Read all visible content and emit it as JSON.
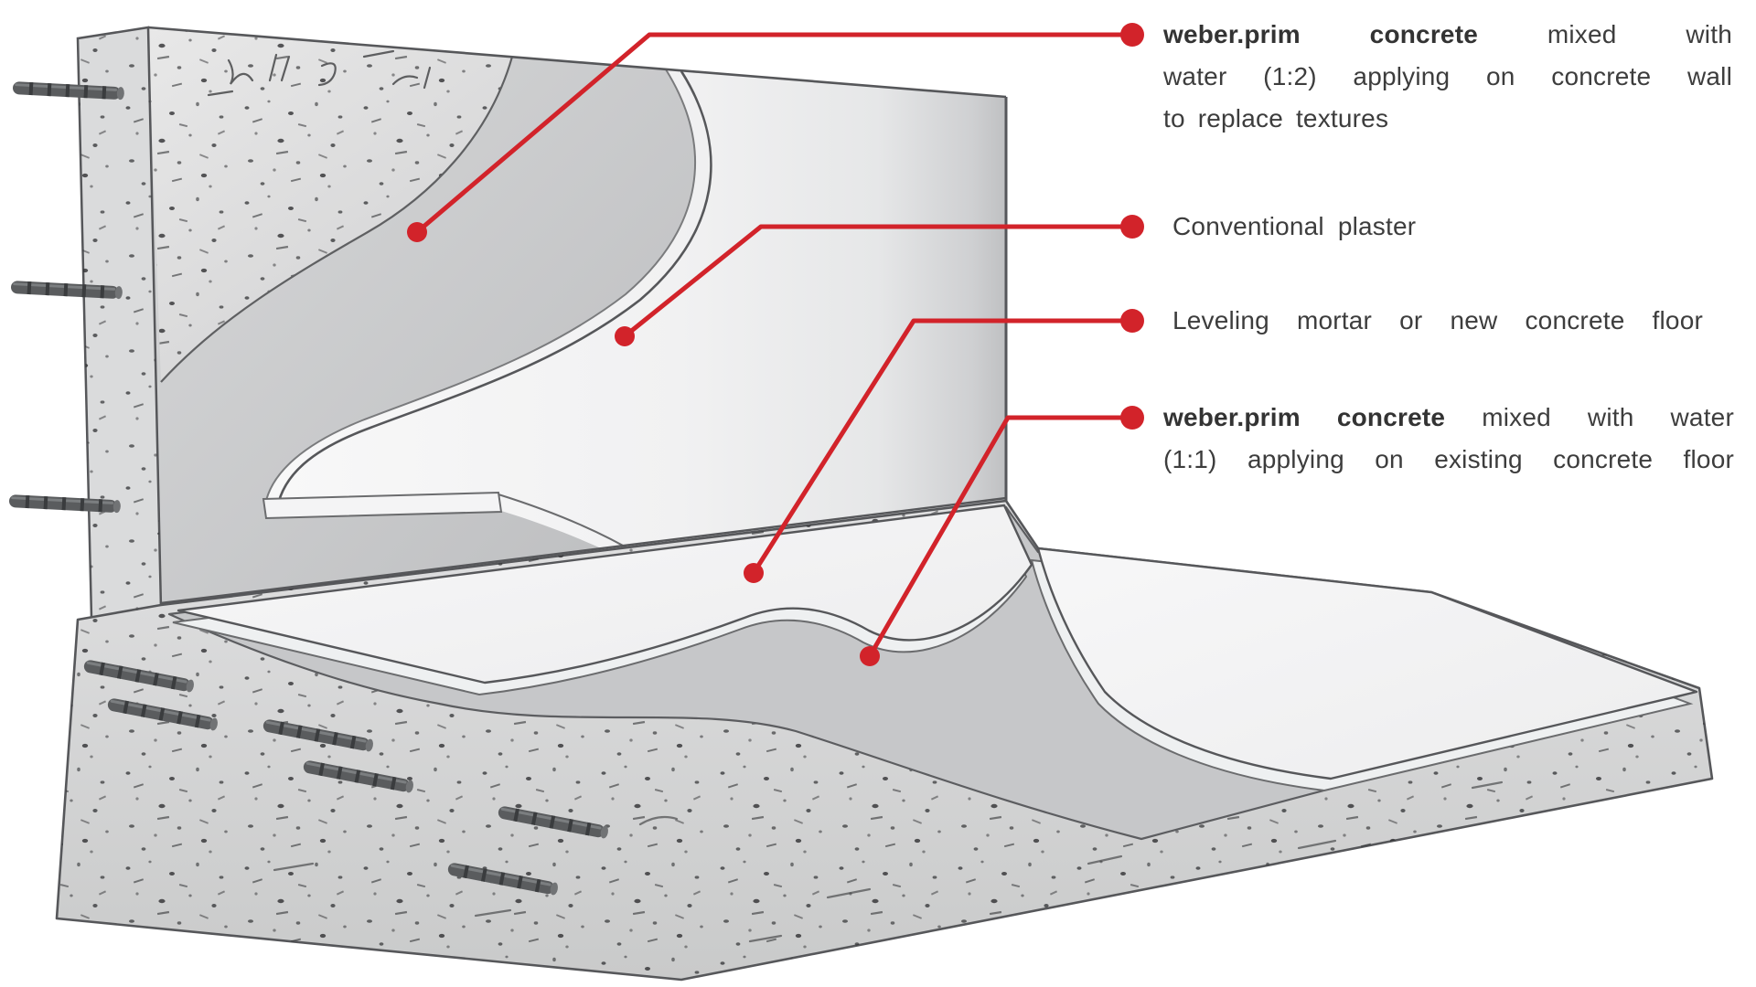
{
  "figure": {
    "type": "technical-illustration",
    "subject": "Cutaway isometric diagram of concrete wall and floor showing primer, plaster and mortar layers",
    "accent_red": "#d2232a",
    "text_color": "#3d3d3d",
    "concrete_outline": "#56575a"
  },
  "callouts": [
    {
      "line1_bold": "weber.prim concrete",
      "line1_rest": " mixed with",
      "line2": "water (1:2) applying on concrete wall",
      "line3": "to replace textures"
    },
    {
      "line1": "Conventional plaster"
    },
    {
      "line1": "Leveling mortar or new concrete floor"
    },
    {
      "line1_bold": "weber.prim concrete",
      "line1_rest": " mixed with water",
      "line2": "(1:1) applying on existing concrete floor"
    }
  ]
}
